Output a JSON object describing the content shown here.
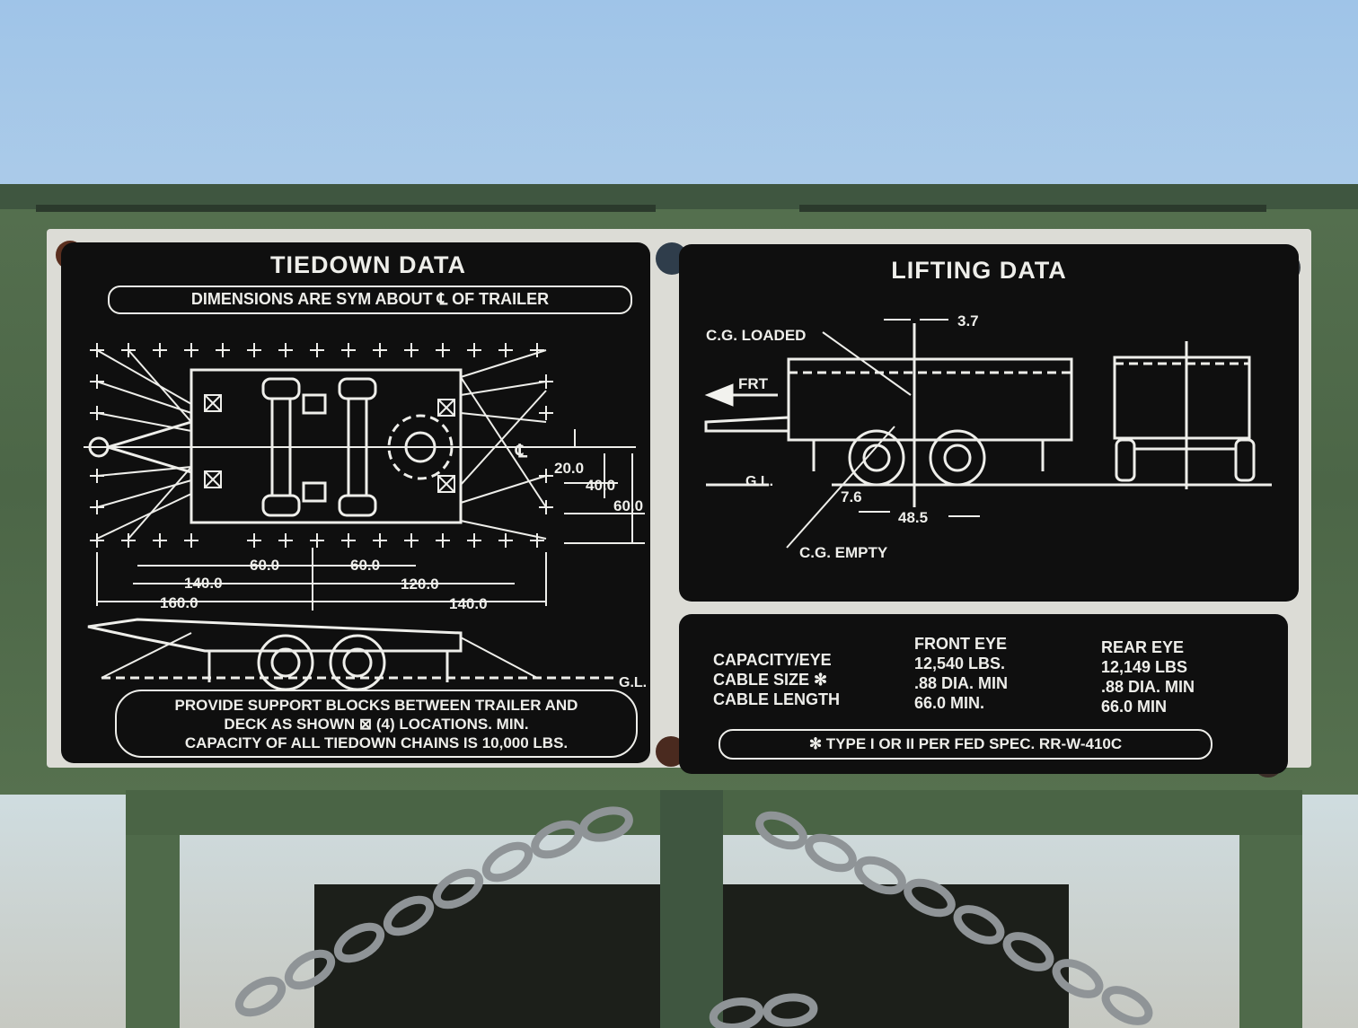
{
  "tiedown": {
    "title": "TIEDOWN DATA",
    "subtitle": "DIMENSIONS ARE SYM ABOUT",
    "subtitle_symbol": "℄",
    "subtitle_end": "OF TRAILER",
    "dims": {
      "d20": "20.0",
      "d40": "40.0",
      "d60": "60.0",
      "a60": "60.0",
      "b60": "60.0",
      "c140": "140.0",
      "c120": "120.0",
      "c160": "160.0",
      "c140b": "140.0",
      "cl": "℄",
      "gl": "G.L."
    },
    "note_lines": [
      "PROVIDE SUPPORT BLOCKS BETWEEN TRAILER AND",
      "DECK AS SHOWN ⊠ (4) LOCATIONS. MIN.",
      "CAPACITY OF ALL TIEDOWN CHAINS IS 10,000 LBS."
    ]
  },
  "lifting": {
    "title": "LIFTING DATA",
    "labels": {
      "cg_loaded": "C.G. LOADED",
      "frt": "FRT",
      "gl": "G.L.",
      "cg_empty": "C.G. EMPTY",
      "d37": "3.7",
      "d76": "7.6",
      "d485": "48.5"
    },
    "table": {
      "row_labels": [
        "CAPACITY/EYE",
        "CABLE SIZE ✻",
        "CABLE LENGTH"
      ],
      "front_header": "FRONT EYE",
      "front_values": [
        "12,540 LBS.",
        ".88 DIA. MIN",
        "66.0 MIN."
      ],
      "rear_header": "REAR EYE",
      "rear_values": [
        "12,149 LBS",
        ".88 DIA. MIN",
        "66.0 MIN"
      ]
    },
    "footnote": "✻ TYPE I OR II PER FED SPEC. RR-W-410C"
  }
}
